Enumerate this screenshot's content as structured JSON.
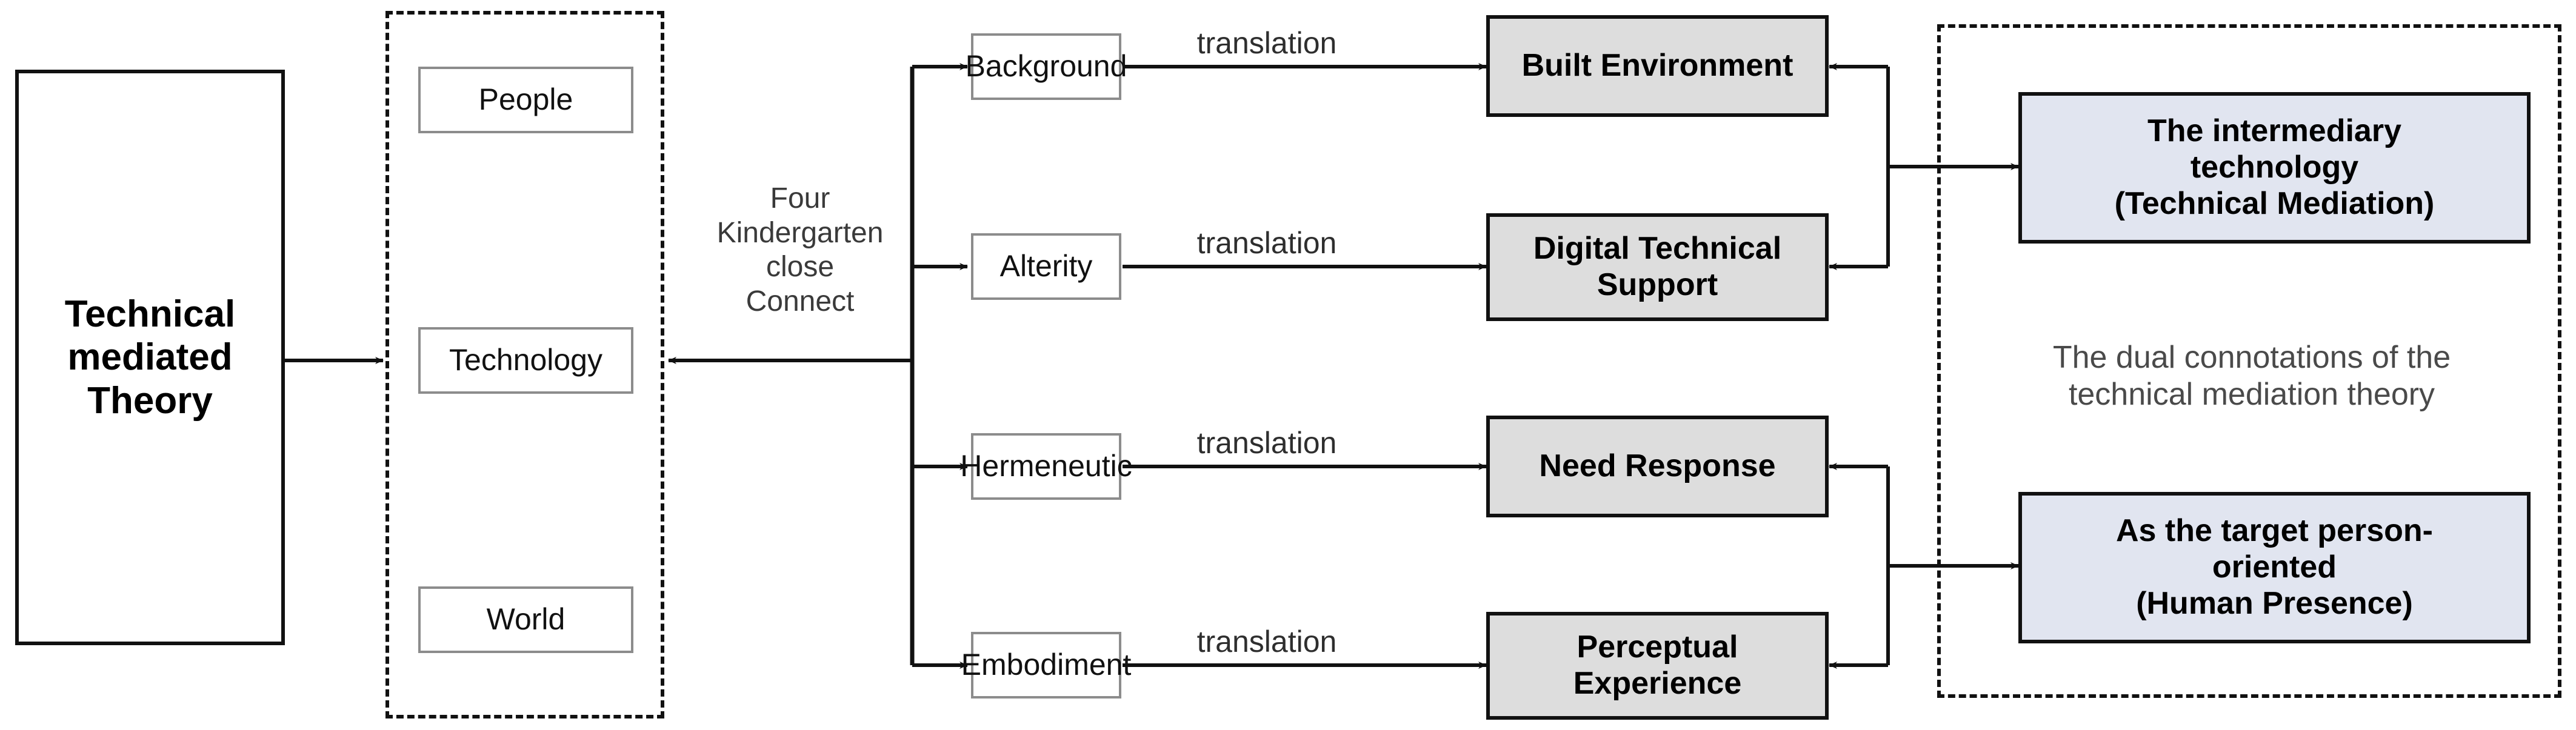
{
  "diagram": {
    "title_box": {
      "label": "Technical\nmediated\nTheory"
    },
    "left_group": {
      "items": [
        {
          "label": "People"
        },
        {
          "label": "Technology"
        },
        {
          "label": "World"
        }
      ]
    },
    "connector_label": {
      "label": "Four\nKindergarten\nclose\nConnect"
    },
    "relations": [
      {
        "source": "Background",
        "edge_label": "translation",
        "target": "Built Environment"
      },
      {
        "source": "Alterity",
        "edge_label": "translation",
        "target": "Digital Technical\nSupport"
      },
      {
        "source": "Hermeneutic",
        "edge_label": "translation",
        "target": "Need Response"
      },
      {
        "source": "Embodiment",
        "edge_label": "translation",
        "target": "Perceptual\nExperience"
      }
    ],
    "right_group": {
      "top_box": {
        "label": "The intermediary\ntechnology\n(Technical Mediation)"
      },
      "note": {
        "label": "The dual connotations of the\ntechnical mediation theory"
      },
      "bottom_box": {
        "label": "As the target person-\noriented\n(Human Presence)"
      }
    },
    "colors": {
      "stroke": "#111111",
      "plain_border": "#8c8c8c",
      "grey_fill": "#dddddd",
      "blue_fill": "#e1e5f0",
      "caption_text": "#3c3c3c",
      "background": "#ffffff"
    }
  }
}
